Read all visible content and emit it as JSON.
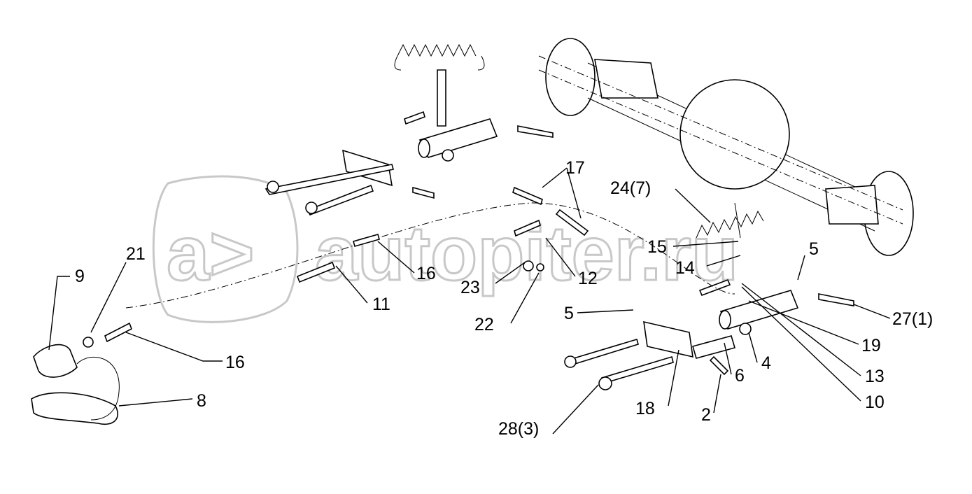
{
  "watermark": {
    "logo": "a>",
    "text": "autopiter.ru"
  },
  "labels": {
    "l17": "17",
    "l24": "24(7)",
    "l21": "21",
    "l9": "9",
    "l16a": "16",
    "l23": "23",
    "l12": "12",
    "l15": "15",
    "l14": "14",
    "l5a": "5",
    "l11": "11",
    "l22": "22",
    "l5b": "5",
    "l27": "27(1)",
    "l19": "19",
    "l16b": "16",
    "l4": "4",
    "l6": "6",
    "l13": "13",
    "l8": "8",
    "l10": "10",
    "l18": "18",
    "l2": "2",
    "l28": "28(3)"
  }
}
